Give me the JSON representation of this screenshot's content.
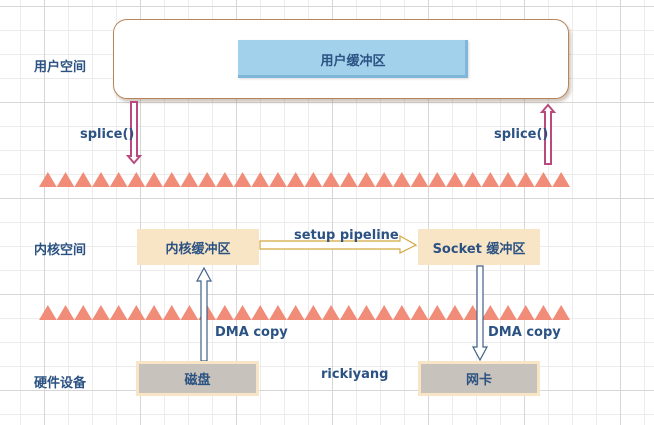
{
  "rows": {
    "user_space": "用户空间",
    "kernel_space": "内核空间",
    "hardware": "硬件设备"
  },
  "boxes": {
    "user_buffer": "用户缓冲区",
    "kernel_buffer": "内核缓冲区",
    "socket_buffer": "Socket 缓冲区",
    "disk": "磁盘",
    "nic": "网卡"
  },
  "edges": {
    "splice_left": "splice()",
    "splice_right": "splice()",
    "setup_pipeline": "setup pipeline",
    "dma_left": "DMA copy",
    "dma_right": "DMA copy"
  },
  "watermark": "rickiyang",
  "colors": {
    "text": "#2b5282",
    "boundary_triangles": "#f08c78",
    "splice_arrow": "#b94a7e",
    "pipeline_arrow": "#d4a840",
    "dma_arrow": "#3e6186",
    "user_buffer_fill": "#a2d1ec",
    "kernel_box_fill": "#f8e5c6",
    "device_fill": "#c8c2bc"
  }
}
